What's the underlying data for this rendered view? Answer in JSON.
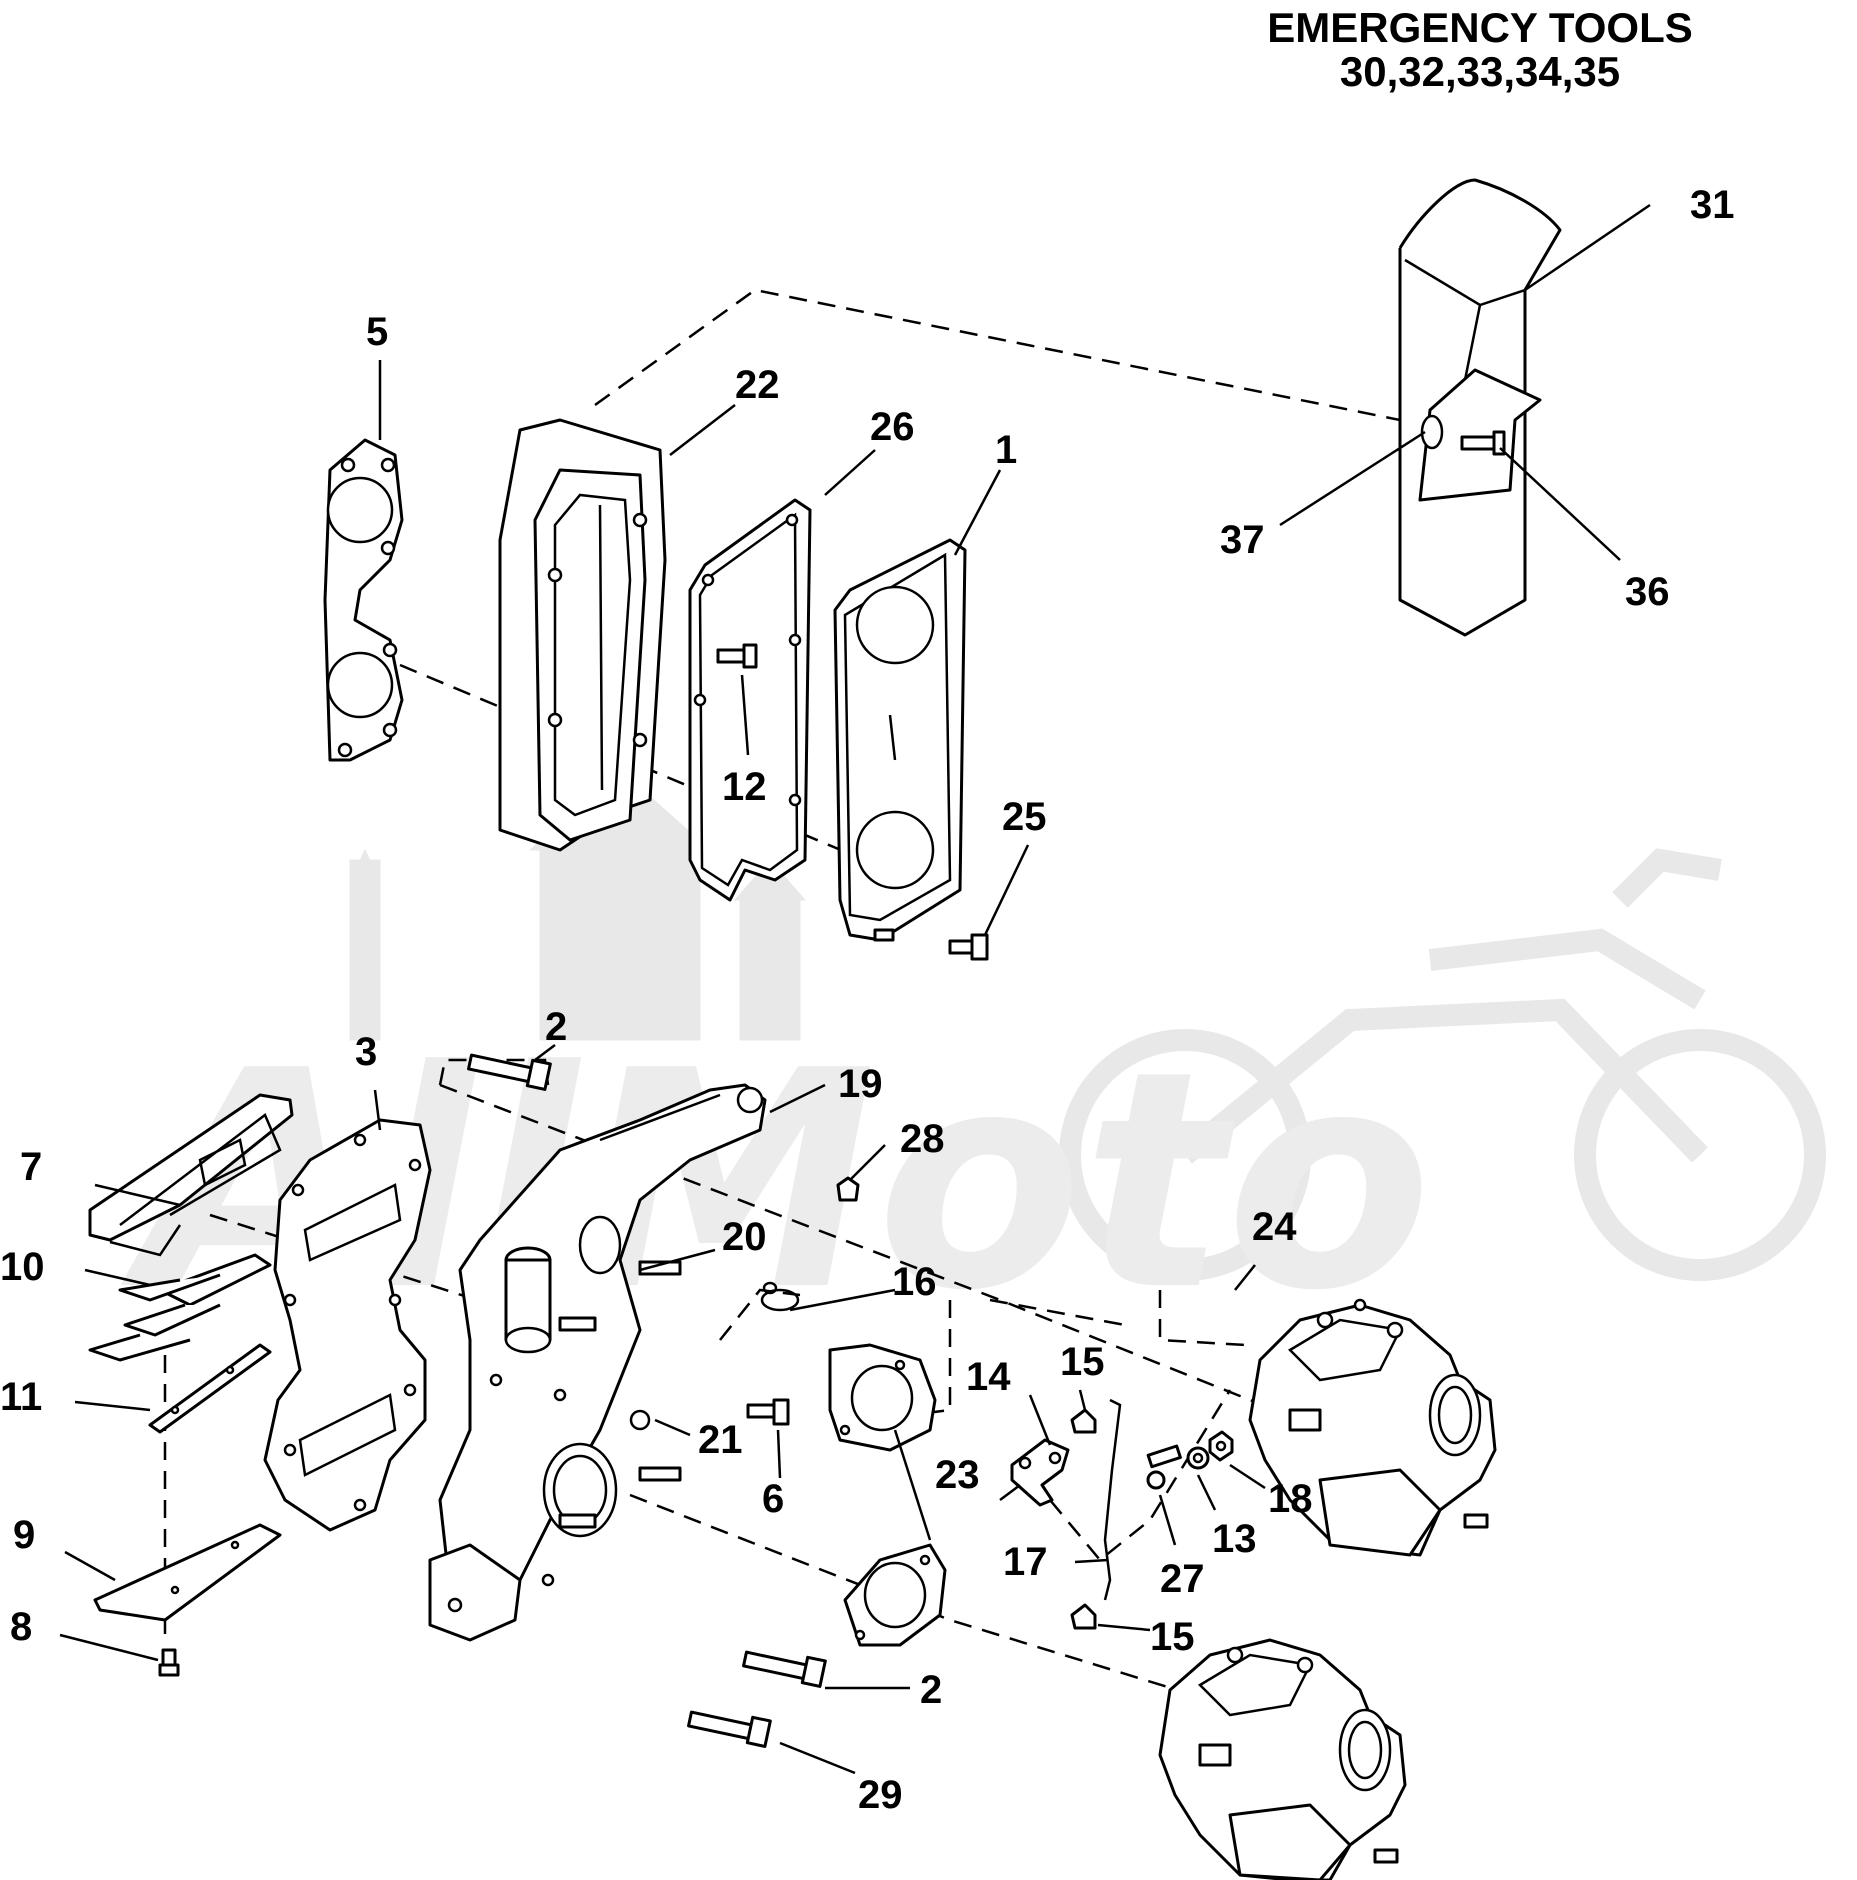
{
  "header": {
    "line1": "EMERGENCY TOOLS",
    "line2": "30,32,33,34,35"
  },
  "watermark": {
    "text": "AllMoto",
    "color": "#e6e6e6"
  },
  "callouts": {
    "c1": "1",
    "c2a": "2",
    "c2b": "2",
    "c3": "3",
    "c5": "5",
    "c6": "6",
    "c7": "7",
    "c8": "8",
    "c9": "9",
    "c10": "10",
    "c11": "11",
    "c12": "12",
    "c13": "13",
    "c14": "14",
    "c15a": "15",
    "c15b": "15",
    "c16": "16",
    "c17": "17",
    "c18": "18",
    "c19": "19",
    "c20": "20",
    "c21": "21",
    "c22": "22",
    "c23": "23",
    "c24": "24",
    "c25": "25",
    "c26": "26",
    "c27": "27",
    "c28": "28",
    "c29": "29",
    "c31": "31",
    "c36": "36",
    "c37": "37"
  },
  "colors": {
    "ink": "#000000",
    "paper": "#ffffff",
    "watermark": "#e6e6e6"
  }
}
